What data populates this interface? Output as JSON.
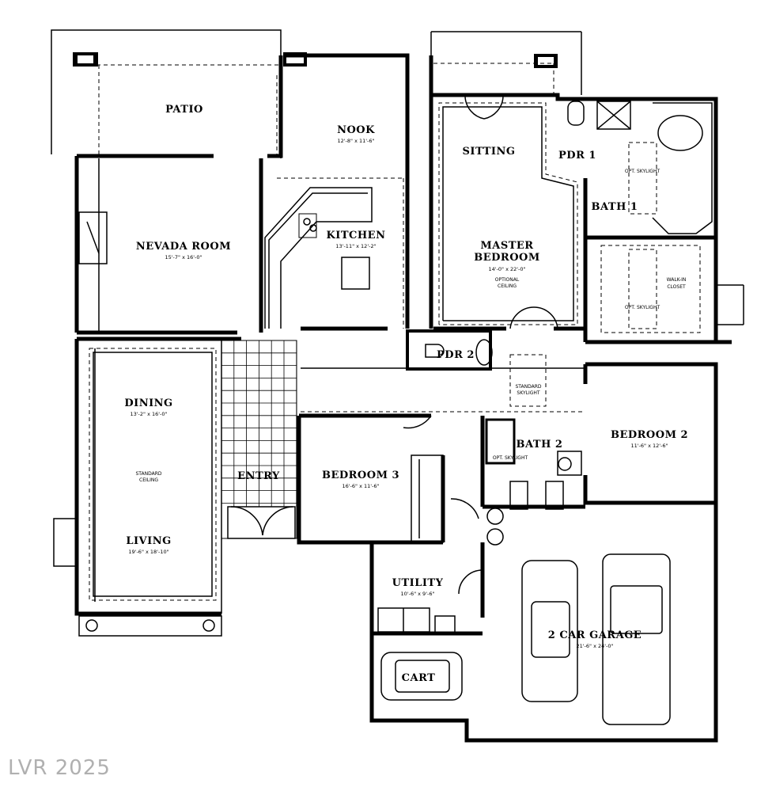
{
  "rooms": {
    "patio": {
      "name": "PATIO"
    },
    "nook": {
      "name": "NOOK",
      "size": "12'-8\" x 11'-6\""
    },
    "sitting": {
      "name": "SITTING"
    },
    "pdr1": {
      "name": "PDR 1"
    },
    "bath1": {
      "name": "BATH 1",
      "opt_skylight": "OPT. SKYLIGHT"
    },
    "nevada_room": {
      "name": "NEVADA ROOM",
      "size": "15'-7\" x 16'-0\""
    },
    "kitchen": {
      "name": "KITCHEN",
      "size": "13'-11\" x 12'-2\""
    },
    "master_bedroom": {
      "name_line1": "MASTER",
      "name_line2": "BEDROOM",
      "size": "14'-0\" x 22'-0\"",
      "note_line1": "OPTIONAL",
      "note_line2": "CEILING"
    },
    "walk_in_closet": {
      "name_line1": "WALK-IN",
      "name_line2": "CLOSET",
      "opt_skylight": "OPT. SKYLIGHT"
    },
    "pdr2": {
      "name": "PDR 2"
    },
    "standard_skylight": {
      "line1": "STANDARD",
      "line2": "SKYLIGHT"
    },
    "dining": {
      "name": "DINING",
      "size": "13'-2\" x 16'-0\""
    },
    "standard_ceiling": {
      "line1": "STANDARD",
      "line2": "CEILING"
    },
    "living": {
      "name": "LIVING",
      "size": "19'-6\" x 18'-10\""
    },
    "entry": {
      "name": "ENTRY"
    },
    "bedroom3": {
      "name": "BEDROOM 3",
      "size": "16'-6\" x 11'-6\""
    },
    "bath2": {
      "name": "BATH 2",
      "opt_skylight": "OPT. SKYLIGHT"
    },
    "bedroom2": {
      "name": "BEDROOM 2",
      "size": "11'-6\" x 12'-6\""
    },
    "utility": {
      "name": "UTILITY",
      "size": "10'-6\" x 9'-6\""
    },
    "cart": {
      "name": "CART"
    },
    "garage": {
      "name": "2 CAR GARAGE",
      "size": "21'-6\" x 24'-0\""
    }
  },
  "watermark": "LVR 2025"
}
